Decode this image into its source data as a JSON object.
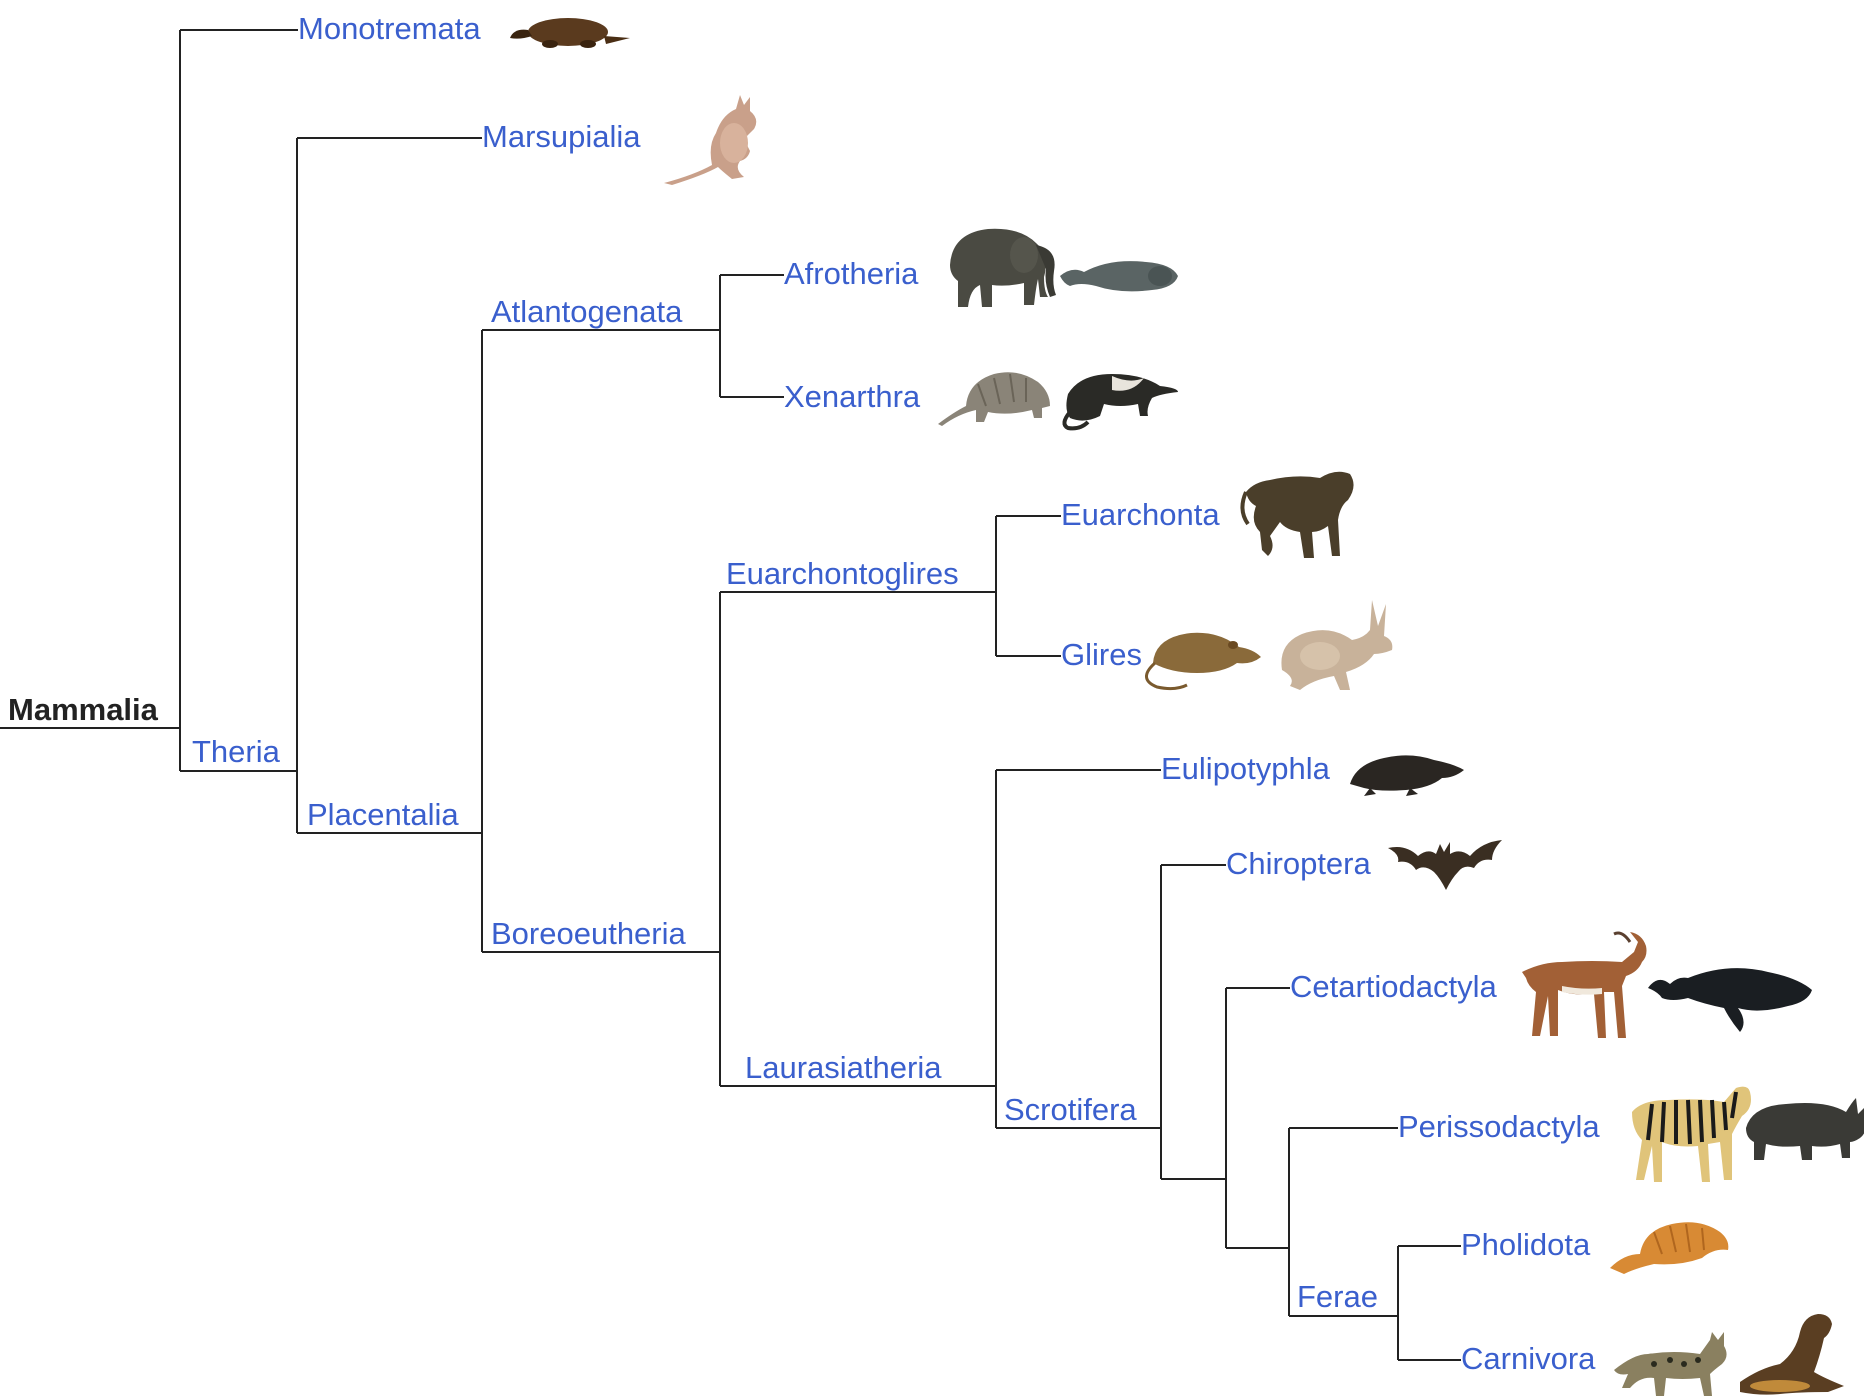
{
  "tree": {
    "root": "Mammalia",
    "nodes": {
      "theria": "Theria",
      "placentalia": "Placentalia",
      "atlantogenata": "Atlantogenata",
      "boreoeutheria": "Boreoeutheria",
      "euarchontoglires": "Euarchontoglires",
      "laurasiatheria": "Laurasiatheria",
      "scrotifera": "Scrotifera",
      "ferae": "Ferae"
    },
    "leaves": {
      "monotremata": "Monotremata",
      "marsupialia": "Marsupialia",
      "afrotheria": "Afrotheria",
      "xenarthra": "Xenarthra",
      "euarchonta": "Euarchonta",
      "glires": "Glires",
      "eulipotyphla": "Eulipotyphla",
      "chiroptera": "Chiroptera",
      "cetartiodactyla": "Cetartiodactyla",
      "perissodactyla": "Perissodactyla",
      "pholidota": "Pholidota",
      "carnivora": "Carnivora"
    }
  },
  "colors": {
    "label": "#3a5fcd",
    "root_label": "#222222",
    "edge": "#222222"
  },
  "icons": [
    "platypus-icon",
    "kangaroo-icon",
    "elephant-icon",
    "manatee-icon",
    "armadillo-icon",
    "anteater-icon",
    "baboon-icon",
    "rat-icon",
    "hare-icon",
    "mole-icon",
    "bat-icon",
    "antelope-icon",
    "whale-icon",
    "zebra-icon",
    "rhinoceros-icon",
    "pangolin-icon",
    "cat-icon",
    "sea-lion-icon"
  ]
}
